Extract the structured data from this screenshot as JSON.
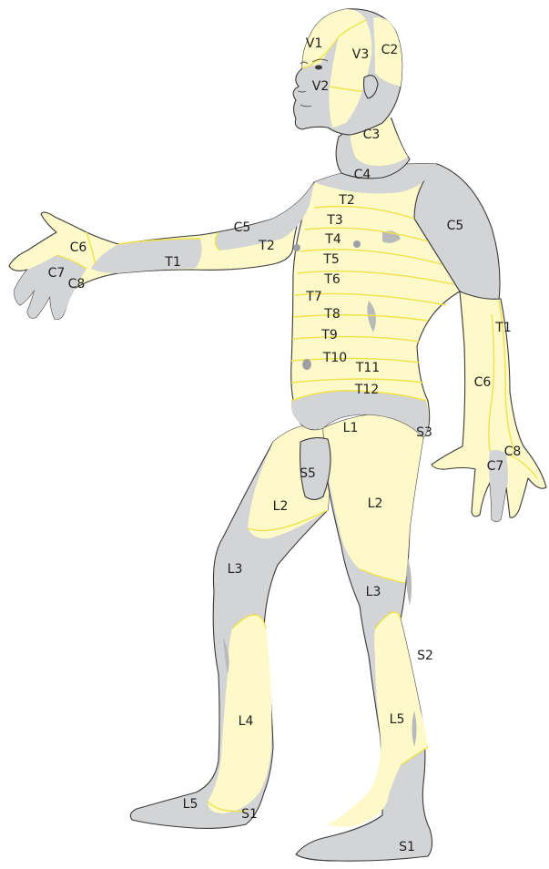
{
  "labels": {
    "V1": "V1",
    "V2": "V2",
    "V3": "V3",
    "C2": "C2",
    "C3": "C3",
    "C4": "C4",
    "C5_arm": "C5",
    "C5_right": "C5",
    "C6_hand": "C6",
    "C6_right": "C6",
    "C7_hand": "C7",
    "C7_right": "C7",
    "C8_hand": "C8",
    "C8_right": "C8",
    "T1_arm": "T1",
    "T1_right": "T1",
    "T2_arm": "T2",
    "T2": "T2",
    "T3": "T3",
    "T4": "T4",
    "T5": "T5",
    "T6": "T6",
    "T7": "T7",
    "T8": "T8",
    "T9": "T9",
    "T10": "T10",
    "T11": "T11",
    "T12": "T12",
    "L1": "L1",
    "L2_left": "L2",
    "L2_right": "L2",
    "L3_left": "L3",
    "L3_right": "L3",
    "L4": "L4",
    "L5_left": "L5",
    "L5_right": "L5",
    "S1_left": "S1",
    "S1_right": "S1",
    "S2": "S2",
    "S3": "S3",
    "S5": "S5"
  },
  "colors": {
    "dermatome_yellow": "#fdf9c8",
    "dermatome_grey": "#d3d4d6",
    "boundary_yellow": "#f1e24a",
    "outline": "#3a3a3a"
  }
}
